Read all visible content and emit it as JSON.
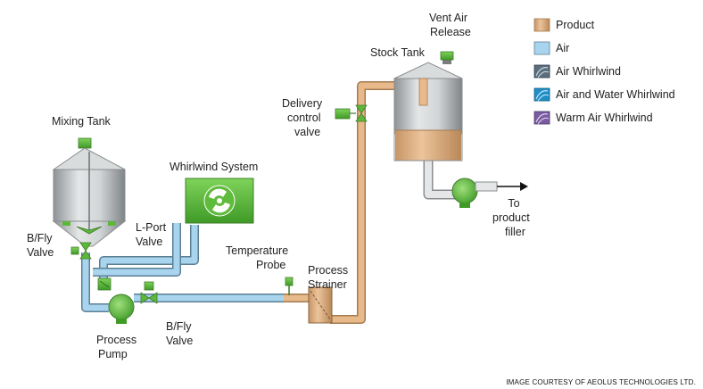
{
  "labels": {
    "mixing_tank": "Mixing Tank",
    "whirlwind_system": "Whirlwind System",
    "stock_tank": "Stock Tank",
    "vent_air_release": [
      "Vent Air",
      "Release"
    ],
    "delivery_control_valve": [
      "Delivery",
      "control",
      "valve"
    ],
    "bfly_valve_left": [
      "B/Fly",
      "Valve"
    ],
    "lport_valve": [
      "L-Port",
      "Valve"
    ],
    "temperature_probe": [
      "Temperature",
      "Probe"
    ],
    "process_strainer": [
      "Process",
      "Strainer"
    ],
    "process_pump": [
      "Process",
      "Pump"
    ],
    "bfly_valve_bottom": [
      "B/Fly",
      "Valve"
    ],
    "to_product_filler": [
      "To",
      "product",
      "filler"
    ]
  },
  "legend": [
    {
      "label": "Product",
      "color": "#e8b98a",
      "swatch": "solid"
    },
    {
      "label": "Air",
      "color": "#a9d4ee",
      "swatch": "solid"
    },
    {
      "label": "Air Whirlwind",
      "color": "#5a6e7e",
      "swatch": "swirl"
    },
    {
      "label": "Air and Water Whirlwind",
      "color": "#1f8fc6",
      "swatch": "swirl"
    },
    {
      "label": "Warm Air Whirlwind",
      "color": "#7a5ca0",
      "swatch": "swirl"
    }
  ],
  "credit": "IMAGE COURTESY OF AEOLUS TECHNOLOGIES LTD.",
  "colors": {
    "product_pipe": "#e8b98a",
    "air_pipe": "#a9d4ee",
    "accent_green": "#5cb83a",
    "tank_grey": "#c9ccce"
  }
}
